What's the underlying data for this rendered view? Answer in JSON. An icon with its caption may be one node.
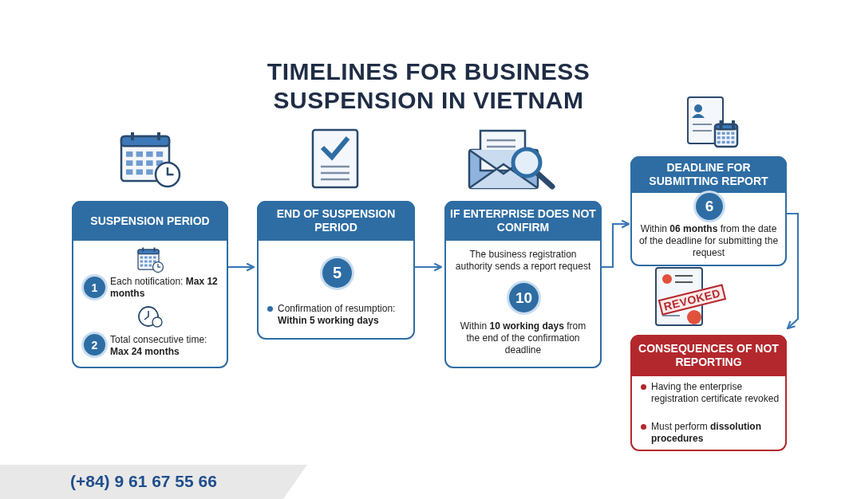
{
  "diagram": {
    "title": "TIMELINES FOR BUSINESS SUSPENSION IN VIETNAM",
    "nodes": [
      {
        "text": [
          "SUSPENSION PERIOD",
          "Each notification: **Max 12 months**",
          "Total consecutive time: **Max 24 months**"
        ]
      },
      {
        "text": [
          "1"
        ],
        "in": 0
      },
      {
        "text": [
          "2"
        ],
        "in": 0
      },
      {
        "text": [
          "END OF SUSPENSION PERIOD",
          "Confirmation of resumption: **Within 5 working days**"
        ]
      },
      {
        "text": [
          "5"
        ],
        "in": 3
      },
      {
        "text": [
          "IF ENTERPRISE DOES NOT CONFIRM",
          "The business registration authority sends a report request",
          "Within **10 working days** from the end of the confirmation deadline"
        ]
      },
      {
        "text": [
          "10"
        ],
        "in": 5
      },
      {
        "text": [
          "DEADLINE FOR SUBMITTING REPORT",
          "Within **06 months** from the date of the deadline for submitting the request"
        ]
      },
      {
        "text": [
          "6"
        ],
        "in": 7
      },
      {
        "text": [
          "CONSEQUENCES OF NOT REPORTING",
          "Having the enterprise registration certificate revoked",
          "Must perform **dissolution procedures**"
        ]
      }
    ],
    "edges": [
      {
        "from": 0,
        "to": 3,
        "arrow": "to"
      },
      {
        "from": 3,
        "to": 5,
        "arrow": "to"
      },
      {
        "from": 5,
        "to": 7,
        "arrow": "to"
      },
      {
        "from": 7,
        "to": 9,
        "arrow": "to"
      }
    ],
    "labels": [
      "REVOKED",
      "(+84) 9 61 67 55 66"
    ]
  }
}
